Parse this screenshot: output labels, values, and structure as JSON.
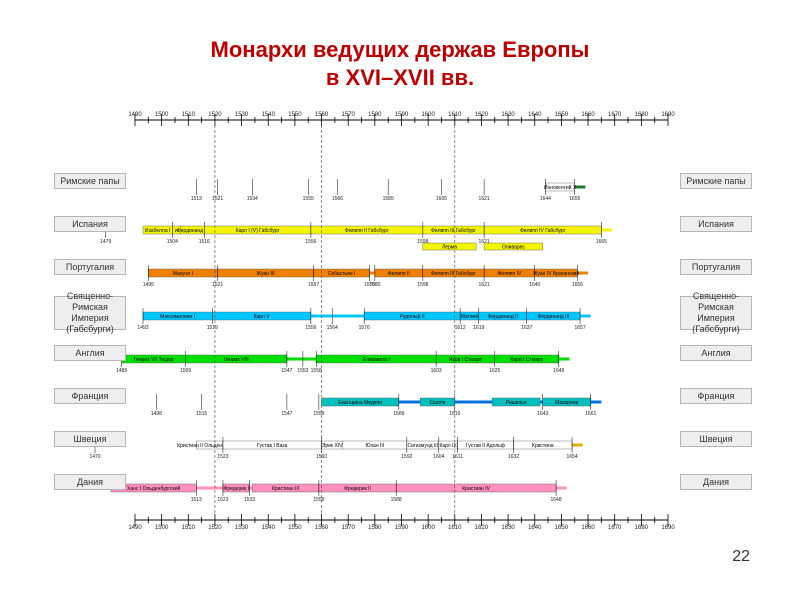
{
  "title_line1": "Монархи ведущих держав Европы",
  "title_line2": "в XVI–XVII вв.",
  "page_number": "22",
  "axis_labels": [
    "1490",
    "1500",
    "1510",
    "1520",
    "1530",
    "1540",
    "1550",
    "1560",
    "1570",
    "1580",
    "1590",
    "1600",
    "1610",
    "1620",
    "1630",
    "1640",
    "1650",
    "1660",
    "1670",
    "1680",
    "1690"
  ],
  "rows": [
    {
      "label": "Римские папы",
      "color": "#1a7a2a",
      "segments": [
        {
          "text": "Иннокентий X",
          "start": 1644,
          "end": 1655,
          "color": "#ffffff"
        }
      ],
      "years": [
        "1513",
        "1521",
        "1534",
        "1555",
        "1566",
        "1585",
        "1605",
        "1621",
        "1644",
        "1655"
      ]
    },
    {
      "label": "Испания",
      "color": "#f5f500",
      "segments": [
        {
          "text": "Изабелла I",
          "start": 1493,
          "end": 1504,
          "color": "#f5f500"
        },
        {
          "text": "и",
          "start": 1504,
          "end": 1507,
          "color": "#f5f500"
        },
        {
          "text": "Фердинанд V",
          "start": 1507,
          "end": 1516,
          "color": "#f5f500"
        },
        {
          "text": "Карл I (V) Габсбург",
          "start": 1516,
          "end": 1556,
          "color": "#f5f500"
        },
        {
          "text": "Филипп II Габсбург",
          "start": 1556,
          "end": 1598,
          "color": "#f5f500"
        },
        {
          "text": "Филипп III Габсбург",
          "start": 1598,
          "end": 1621,
          "color": "#f5f500"
        },
        {
          "text": "Филипп IV Габсбург",
          "start": 1621,
          "end": 1665,
          "color": "#f5f500"
        }
      ],
      "subsegments": [
        {
          "text": "Лерма",
          "start": 1598,
          "end": 1618
        },
        {
          "text": "Оливарес",
          "start": 1621,
          "end": 1643
        }
      ],
      "years": [
        "1479",
        "1504",
        "1516",
        "1556",
        "1598",
        "1621",
        "1665"
      ]
    },
    {
      "label": "Португалия",
      "color": "#f08000",
      "segments": [
        {
          "text": "Мануэл I",
          "start": 1495,
          "end": 1521,
          "color": "#f08000"
        },
        {
          "text": "Жуан III",
          "start": 1521,
          "end": 1557,
          "color": "#f08000"
        },
        {
          "text": "Себастьян I",
          "start": 1557,
          "end": 1578,
          "color": "#f08000"
        },
        {
          "text": "Филипп II",
          "start": 1580,
          "end": 1598,
          "color": "#f08000"
        },
        {
          "text": "Филипп III Габсбург",
          "start": 1598,
          "end": 1621,
          "color": "#f08000"
        },
        {
          "text": "Филипп IV",
          "start": 1621,
          "end": 1640,
          "color": "#f08000"
        },
        {
          "text": "Жуан IV Браганский",
          "start": 1640,
          "end": 1656,
          "color": "#f08000"
        }
      ],
      "years": [
        "1495",
        "1521",
        "1557",
        "1578",
        "1580",
        "1598",
        "1621",
        "1640",
        "1656"
      ]
    },
    {
      "label": "Священно-Римская Империя (Габсбурги)",
      "color": "#00c8ff",
      "segments": [
        {
          "text": "Максимилиан I",
          "start": 1493,
          "end": 1519,
          "color": "#00c8ff"
        },
        {
          "text": "Карл V",
          "start": 1519,
          "end": 1556,
          "color": "#00c8ff"
        },
        {
          "text": "Рудольф II",
          "start": 1576,
          "end": 1612,
          "color": "#00c8ff"
        },
        {
          "text": "Матвей",
          "start": 1612,
          "end": 1619,
          "color": "#00c8ff"
        },
        {
          "text": "Фердинанд II",
          "start": 1619,
          "end": 1637,
          "color": "#00c8ff"
        },
        {
          "text": "Фердинанд III",
          "start": 1637,
          "end": 1657,
          "color": "#00c8ff"
        }
      ],
      "years": [
        "1493",
        "1519",
        "1556",
        "1564",
        "1576",
        "1612",
        "1619",
        "1637",
        "1657"
      ]
    },
    {
      "label": "Англия",
      "color": "#00e000",
      "segments": [
        {
          "text": "Генрих VII Тюдор",
          "start": 1485,
          "end": 1509,
          "color": "#00e000"
        },
        {
          "text": "Генрих VIII",
          "start": 1509,
          "end": 1547,
          "color": "#00e000"
        },
        {
          "text": "Елизавета I",
          "start": 1558,
          "end": 1603,
          "color": "#00e000"
        },
        {
          "text": "Яков I Стюарт",
          "start": 1603,
          "end": 1625,
          "color": "#00e000"
        },
        {
          "text": "Карл I Стюарт",
          "start": 1625,
          "end": 1649,
          "color": "#00e000"
        }
      ],
      "years": [
        "1485",
        "1509",
        "1547",
        "1553",
        "1558",
        "1603",
        "1625",
        "1649"
      ]
    },
    {
      "label": "Франция",
      "color": "#0070e0",
      "segments": [
        {
          "text": "Екатерина Медичи",
          "start": 1560,
          "end": 1589,
          "color": "#00c0c0"
        },
        {
          "text": "Сюлли",
          "start": 1597,
          "end": 1610,
          "color": "#00c0c0"
        },
        {
          "text": "Ришелье",
          "start": 1624,
          "end": 1642,
          "color": "#00c0c0"
        },
        {
          "text": "Мазарини",
          "start": 1643,
          "end": 1661,
          "color": "#00c0c0"
        }
      ],
      "years": [
        "1498",
        "1515",
        "1547",
        "1559",
        "1589",
        "1610",
        "1643",
        "1661"
      ]
    },
    {
      "label": "Швеция",
      "color": "#e0b000",
      "segments": [
        {
          "text": "Кристиан II Ольденбургский",
          "start": 1513,
          "end": 1523,
          "color": "#ffffff"
        },
        {
          "text": "Густав I Ваза",
          "start": 1523,
          "end": 1560,
          "color": "#ffffff"
        },
        {
          "text": "Эрик XIV",
          "start": 1560,
          "end": 1568,
          "color": "#ffffff"
        },
        {
          "text": "Юхан III",
          "start": 1568,
          "end": 1592,
          "color": "#ffffff"
        },
        {
          "text": "Сигизмунд III",
          "start": 1592,
          "end": 1604,
          "color": "#ffffff"
        },
        {
          "text": "Карл IX",
          "start": 1604,
          "end": 1611,
          "color": "#ffffff"
        },
        {
          "text": "Густав II Адольф",
          "start": 1611,
          "end": 1632,
          "color": "#ffffff"
        },
        {
          "text": "Кристина",
          "start": 1632,
          "end": 1654,
          "color": "#ffffff"
        }
      ],
      "years": [
        "1470",
        "1523",
        "1560",
        "1592",
        "1604",
        "1611",
        "1632",
        "1654"
      ]
    },
    {
      "label": "Дания",
      "color": "#ff90c0",
      "segments": [
        {
          "text": "Ханс I Ольденбургский",
          "start": 1481,
          "end": 1513,
          "color": "#ff90c0"
        },
        {
          "text": "Фредерик I",
          "start": 1523,
          "end": 1533,
          "color": "#ff90c0"
        },
        {
          "text": "Кристиан III",
          "start": 1534,
          "end": 1559,
          "color": "#ff90c0"
        },
        {
          "text": "Фредерик II",
          "start": 1559,
          "end": 1588,
          "color": "#ff90c0"
        },
        {
          "text": "Кристиан IV",
          "start": 1588,
          "end": 1648,
          "color": "#ff90c0"
        }
      ],
      "years": [
        "1513",
        "1523",
        "1533",
        "1559",
        "1588",
        "1648"
      ]
    }
  ]
}
